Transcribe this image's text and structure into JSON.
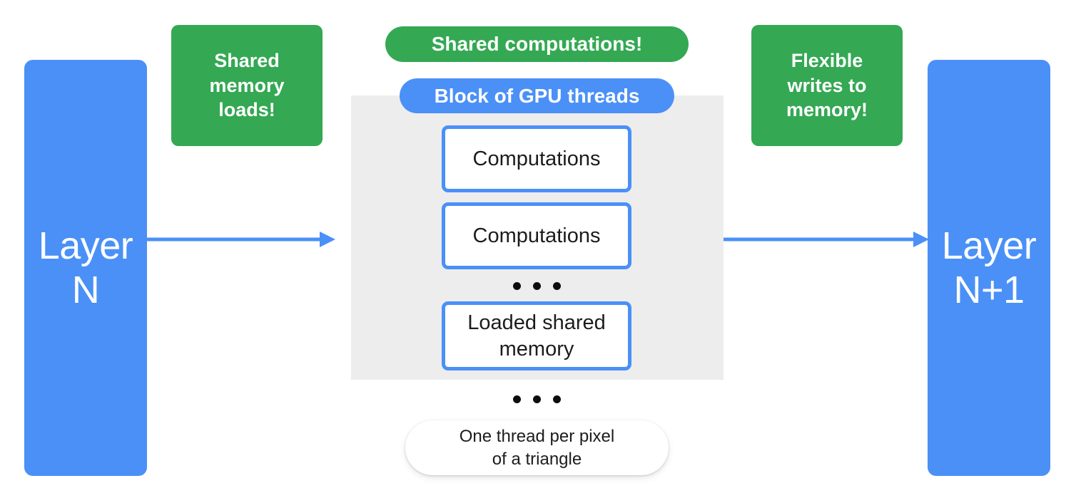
{
  "diagram": {
    "title": "GPU shared-memory block diagram",
    "colors": {
      "blue": "#4a90f7",
      "green": "#34a853",
      "gray_block": "#ededed",
      "box_text": "#1c1c1c",
      "white": "#ffffff"
    }
  },
  "layers": {
    "input": {
      "label": "Layer\nN",
      "name": "layer-n"
    },
    "output": {
      "label": "Layer\nN+1",
      "name": "layer-n-plus-1"
    }
  },
  "callouts": [
    {
      "id": "shared-memory-loads",
      "label": "Shared\nmemory\nloads!",
      "color": "#34a853"
    },
    {
      "id": "flexible-writes-to-memory",
      "label": "Flexible\nwrites to\nmemory!",
      "color": "#34a853"
    }
  ],
  "pills": {
    "shared_computations": {
      "label": "Shared computations!",
      "color": "#34a853"
    },
    "block_of_gpu_threads": {
      "label": "Block of GPU threads",
      "color": "#4a90f7"
    },
    "one_thread_per_pixel": {
      "label": "One thread per pixel\nof a triangle",
      "color": "#ffffff"
    }
  },
  "thread_boxes": [
    {
      "label": "Computations"
    },
    {
      "label": "Computations"
    },
    {
      "label": "Loaded shared\nmemory"
    }
  ],
  "ellipsis": {
    "inner_dots": 3,
    "outer_dots": 3,
    "glyph": "•"
  },
  "arrows": {
    "left": {
      "direction": "right",
      "color": "#4a90f7"
    },
    "right": {
      "direction": "right",
      "color": "#4a90f7"
    }
  }
}
